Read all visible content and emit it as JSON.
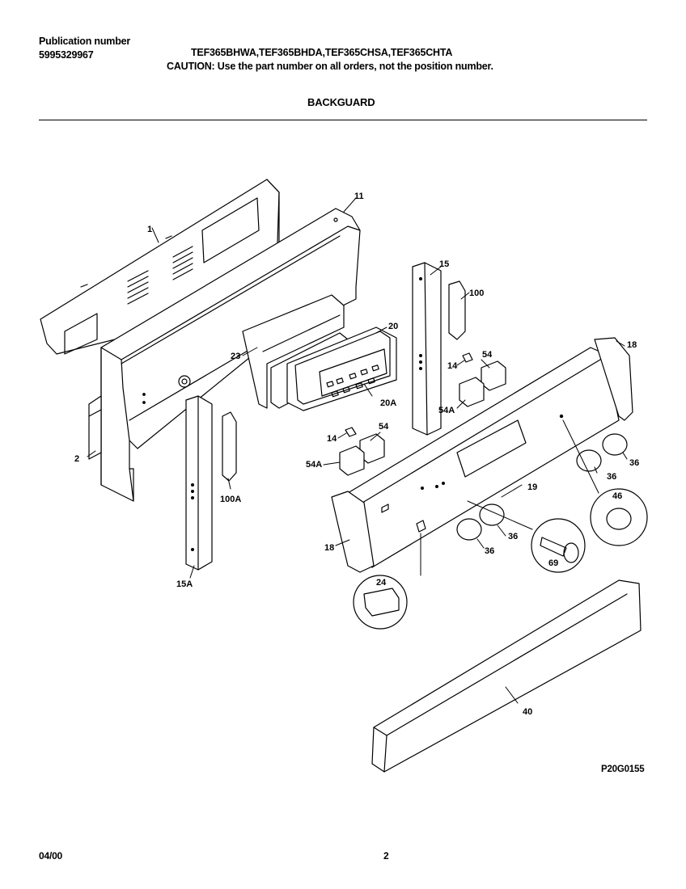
{
  "header": {
    "publication_label": "Publication number",
    "publication_number": "5995329967",
    "models": "TEF365BHWA,TEF365BHDA,TEF365CHSA,TEF365CHTA",
    "caution": "CAUTION:  Use the part number on all orders, not the position number.",
    "section_title": "BACKGUARD"
  },
  "callouts": {
    "c1": "1",
    "c2": "2",
    "c11": "11",
    "c14a": "14",
    "c14b": "14",
    "c15": "15",
    "c15A": "15A",
    "c18a": "18",
    "c18b": "18",
    "c19": "19",
    "c20": "20",
    "c20A": "20A",
    "c23": "23",
    "c24": "24",
    "c36a": "36",
    "c36b": "36",
    "c36c": "36",
    "c36d": "36",
    "c40": "40",
    "c46": "46",
    "c54a": "54",
    "c54b": "54",
    "c54Aa": "54A",
    "c54Ab": "54A",
    "c69": "69",
    "c100": "100",
    "c100A": "100A"
  },
  "footer": {
    "figure_code": "P20G0155",
    "date": "04/00",
    "page": "2"
  }
}
